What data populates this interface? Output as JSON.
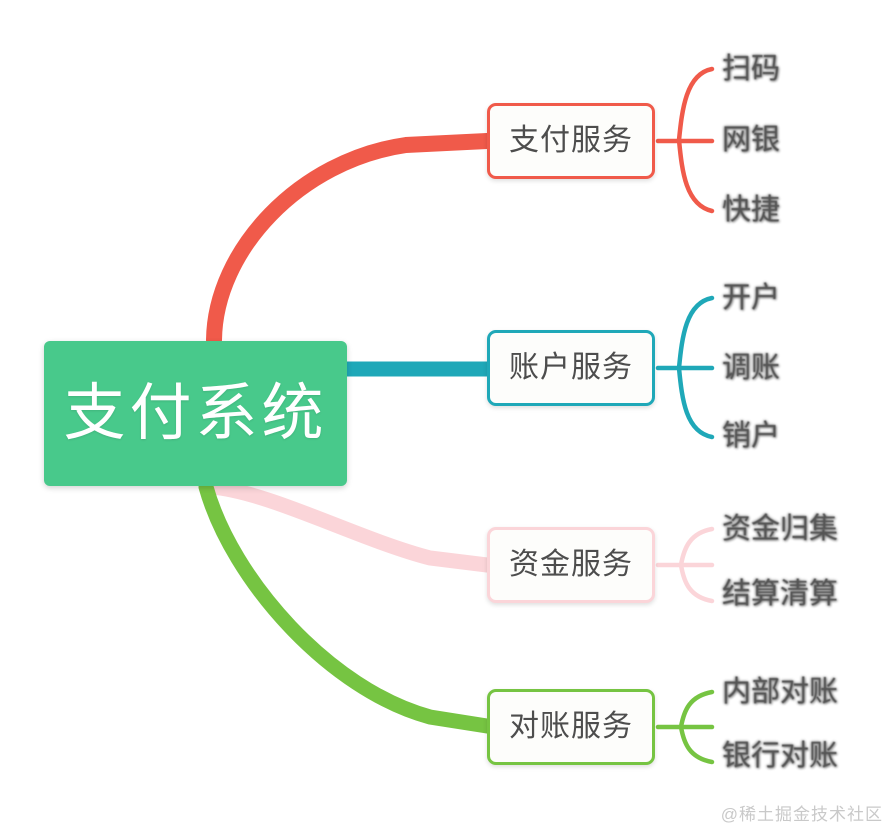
{
  "diagram": {
    "type": "mindmap",
    "title": "支付系统",
    "watermark": "@稀土掘金技术社区",
    "root": {
      "label": "支付系统",
      "fill": "#48c98b",
      "text_color": "#ffffff"
    },
    "branches": [
      {
        "label": "支付服务",
        "color": "#f05a4a",
        "leaves": [
          {
            "label": "扫码"
          },
          {
            "label": "网银"
          },
          {
            "label": "快捷"
          }
        ]
      },
      {
        "label": "账户服务",
        "color": "#1fa8b8",
        "leaves": [
          {
            "label": "开户"
          },
          {
            "label": "调账"
          },
          {
            "label": "销户"
          }
        ]
      },
      {
        "label": "资金服务",
        "color": "#fbd5d9",
        "leaves": [
          {
            "label": "资金归集"
          },
          {
            "label": "结算清算"
          }
        ]
      },
      {
        "label": "对账服务",
        "color": "#76c442",
        "leaves": [
          {
            "label": "内部对账"
          },
          {
            "label": "银行对账"
          }
        ]
      }
    ]
  }
}
